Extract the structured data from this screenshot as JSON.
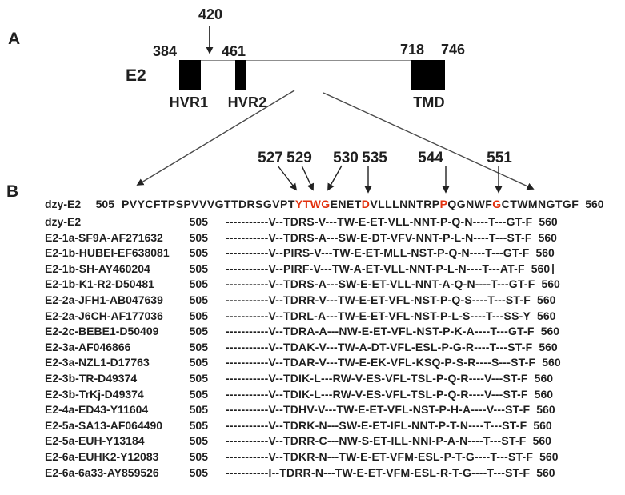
{
  "colors": {
    "highlight_red": "#e2310e",
    "text_black": "#1f1f1f",
    "bar_border_gray": "#8f8f8f",
    "domain_fill": "#000000"
  },
  "panel_a": {
    "label": "A",
    "protein_label": "E2",
    "arrow_marker": "420",
    "start_number": "384",
    "hvr2_number": "461",
    "tmd_number": "718",
    "end_number": "746",
    "domains": {
      "hvr1": "HVR1",
      "hvr2": "HVR2",
      "tmd": "TMD"
    }
  },
  "panel_b": {
    "label": "B",
    "residue_labels": [
      "527",
      "529",
      "530",
      "535",
      "544",
      "551"
    ],
    "reference": {
      "name": "dzy-E2",
      "start": "505",
      "end": "560",
      "segments": [
        {
          "text": "PVYCFTPSPVVVGTTDRSGVPT",
          "highlight": false
        },
        {
          "text": "YTWG",
          "highlight": true
        },
        {
          "text": "ENET",
          "highlight": false
        },
        {
          "text": "D",
          "highlight": true
        },
        {
          "text": "VLLLNNTRP",
          "highlight": false
        },
        {
          "text": "P",
          "highlight": true
        },
        {
          "text": "QGNWF",
          "highlight": false
        },
        {
          "text": "G",
          "highlight": true
        },
        {
          "text": "CTWMNGTGF",
          "highlight": false
        }
      ]
    },
    "rows": [
      {
        "name": "dzy-E2",
        "start": "505",
        "seq": "-----------V--TDRS-V---TW-E-ET-VLL-NNT-P-Q-N----T---GT-F",
        "end": "560"
      },
      {
        "name": "E2-1a-SF9A-AF271632",
        "start": "505",
        "seq": "-----------V--TDRS-A---SW-E-DT-VFV-NNT-P-L-N----T---ST-F",
        "end": "560"
      },
      {
        "name": "E2-1b-HUBEI-EF638081",
        "start": "505",
        "seq": "-----------V--PIRS-V---TW-E-ET-MLL-NST-P-Q-N----T---GT-F",
        "end": "560"
      },
      {
        "name": "E2-1b-SH-AY460204",
        "start": "505",
        "seq": "-----------V--PIRF-V---TW-A-ET-VLL-NNT-P-L-N----T---AT-F",
        "end": "560"
      },
      {
        "name": "E2-1b-K1-R2-D50481",
        "start": "505",
        "seq": "-----------V--TDRS-A---SW-E-ET-VLL-NNT-A-Q-N----T---GT-F",
        "end": "560"
      },
      {
        "name": "E2-2a-JFH1-AB047639",
        "start": "505",
        "seq": "-----------V--TDRR-V---TW-E-ET-VFL-NST-P-Q-S----T---ST-F",
        "end": "560"
      },
      {
        "name": "E2-2a-J6CH-AF177036",
        "start": "505",
        "seq": "-----------V--TDRL-A---TW-E-ET-VFL-NST-P-L-S----T---SS-Y",
        "end": "560"
      },
      {
        "name": "E2-2c-BEBE1-D50409",
        "start": "505",
        "seq": "-----------V--TDRA-A---NW-E-ET-VFL-NST-P-K-A----T---GT-F",
        "end": "560"
      },
      {
        "name": "E2-3a-AF046866",
        "start": "505",
        "seq": "-----------V--TDAK-V---TW-A-DT-VFL-ESL-P-G-R----T---ST-F",
        "end": "560"
      },
      {
        "name": "E2-3a-NZL1-D17763",
        "start": "505",
        "seq": "-----------V--TDAR-V---TW-E-EK-VFL-KSQ-P-S-R----S---ST-F",
        "end": "560"
      },
      {
        "name": "E2-3b-TR-D49374",
        "start": "505",
        "seq": "-----------V--TDIK-L---RW-V-ES-VFL-TSL-P-Q-R----V---ST-F",
        "end": "560"
      },
      {
        "name": "E2-3b-TrKj-D49374",
        "start": "505",
        "seq": "-----------V--TDIK-L---RW-V-ES-VFL-TSL-P-Q-R----V---ST-F",
        "end": "560"
      },
      {
        "name": "E2-4a-ED43-Y11604",
        "start": "505",
        "seq": "-----------V--TDHV-V---TW-E-ET-VFL-NST-P-H-A----V---ST-F",
        "end": "560"
      },
      {
        "name": "E2-5a-SA13-AF064490",
        "start": "505",
        "seq": "-----------V--TDRK-N---SW-E-ET-IFL-NNT-P-T-N----T---ST-F",
        "end": "560"
      },
      {
        "name": "E2-5a-EUH-Y13184",
        "start": "505",
        "seq": "-----------V--TDRR-C---NW-S-ET-ILL-NNI-P-A-N----T---ST-F",
        "end": "560"
      },
      {
        "name": "E2-6a-EUHK2-Y12083",
        "start": "505",
        "seq": "-----------V--TDKR-N---TW-E-ET-VFM-ESL-P-T-G----T---ST-F",
        "end": "560"
      },
      {
        "name": "E2-6a-6a33-AY859526",
        "start": "505",
        "seq": "-----------I--TDRR-N---TW-E-ET-VFM-ESL-R-T-G----T---ST-F",
        "end": "560"
      }
    ]
  }
}
